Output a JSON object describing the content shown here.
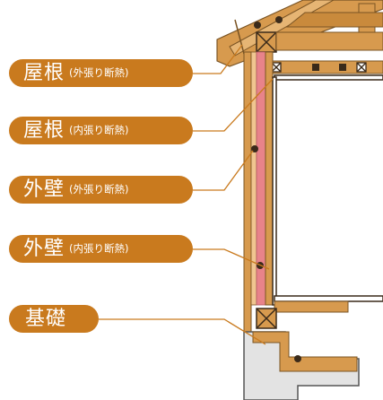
{
  "labels": [
    {
      "main": "屋根",
      "sub": "(外張り断熱)"
    },
    {
      "main": "屋根",
      "sub": "(内張り断熱)"
    },
    {
      "main": "外壁",
      "sub": "(外張り断熱)"
    },
    {
      "main": "外壁",
      "sub": "(内張り断熱)"
    },
    {
      "main": "基礎",
      "sub": ""
    }
  ],
  "colors": {
    "label_bg": "#c97a1e",
    "leader_line": "#c97a1e",
    "timber": "#d79a4e",
    "insulation_pink": "#e8838a",
    "foundation_gray": "#e3e3e3"
  }
}
